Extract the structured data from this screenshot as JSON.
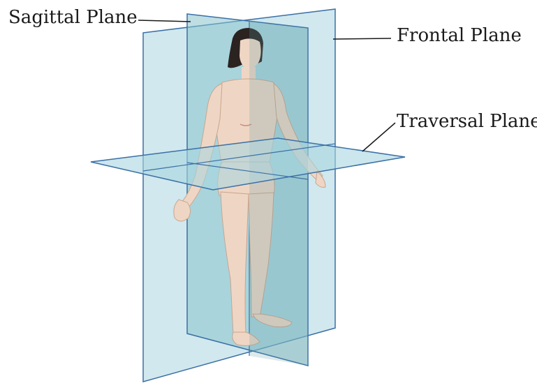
{
  "labels": {
    "sagittal": "Sagittal Plane",
    "frontal": "Frontal Plane",
    "traversal": "Traversal Plane"
  },
  "colors": {
    "background": "#ffffff",
    "plane_fill": "#a9d6e0",
    "plane_dark_fill": "#78aeb8",
    "plane_edge": "#3b6fa6",
    "skin": "#efd6c4",
    "skin_shadow": "#c9a58e",
    "hair": "#2b2320",
    "leader_line": "#1a1a1a"
  }
}
